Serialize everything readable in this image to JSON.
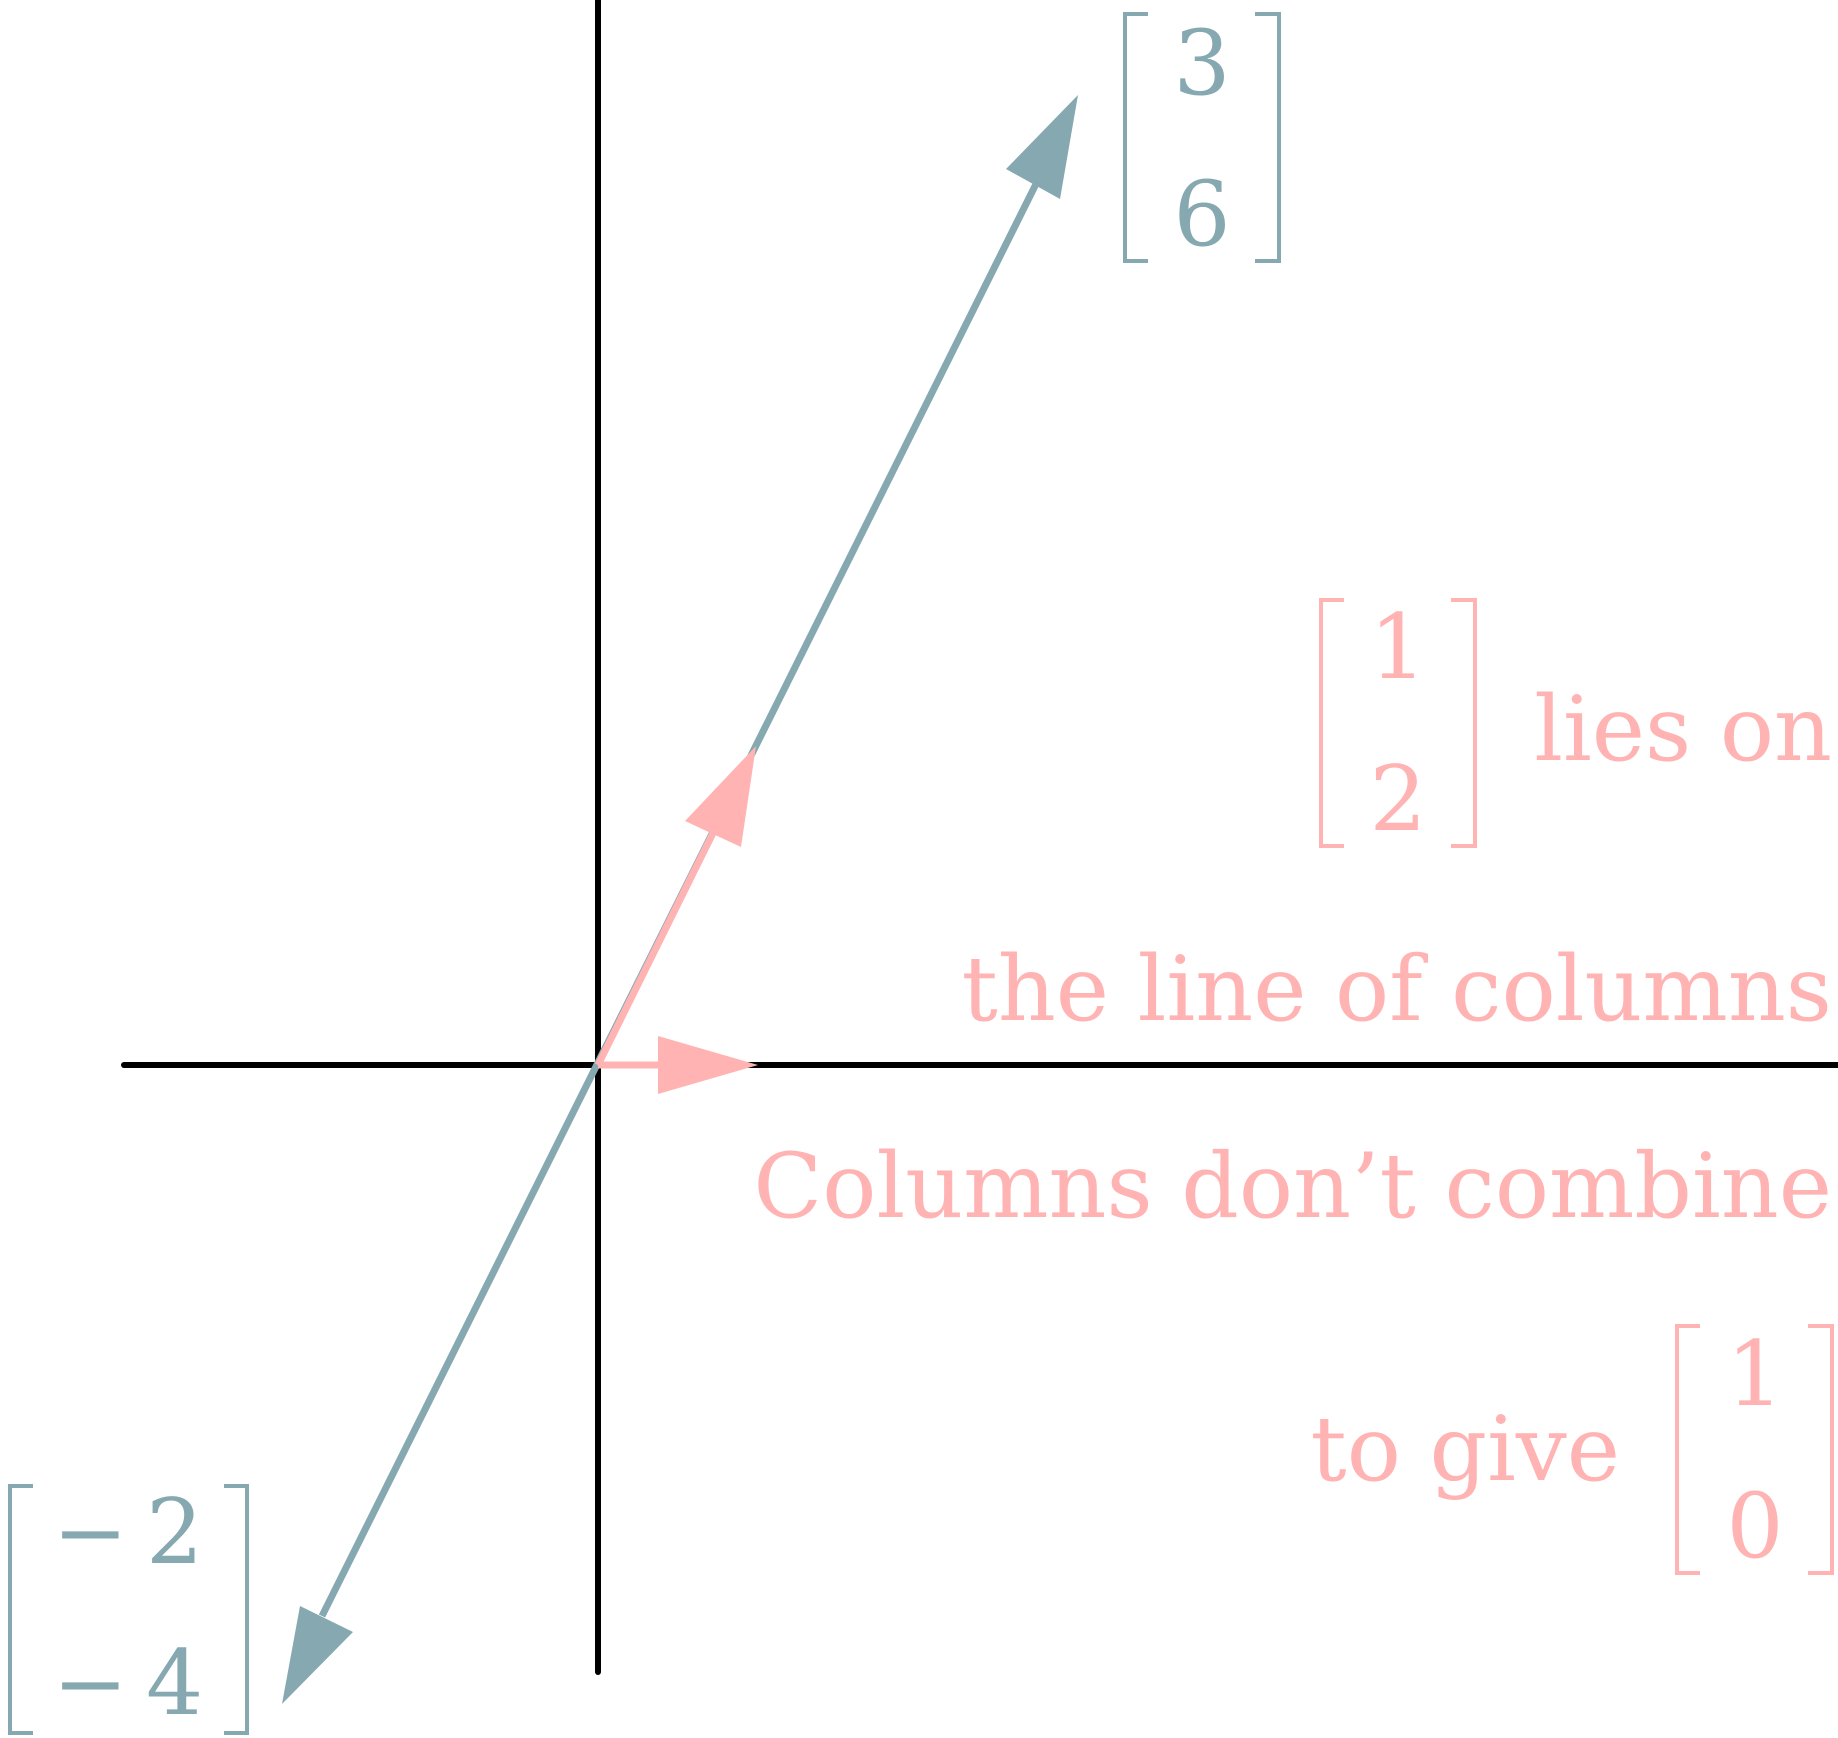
{
  "colors": {
    "axis": "#000000",
    "teal": "#86a8b0",
    "pink": "#ffb3b3"
  },
  "vectors": {
    "upper": {
      "entries": [
        "3",
        "6"
      ]
    },
    "lower": {
      "entries": [
        "− 2",
        "− 4"
      ]
    },
    "column": {
      "entries": [
        "1",
        "2"
      ]
    },
    "target": {
      "entries": [
        "1",
        "0"
      ]
    }
  },
  "labels": {
    "lies_on": "lies on",
    "line_of_columns": "the line of columns",
    "dont_combine": "Columns don’t combine",
    "to_give": "to give"
  }
}
